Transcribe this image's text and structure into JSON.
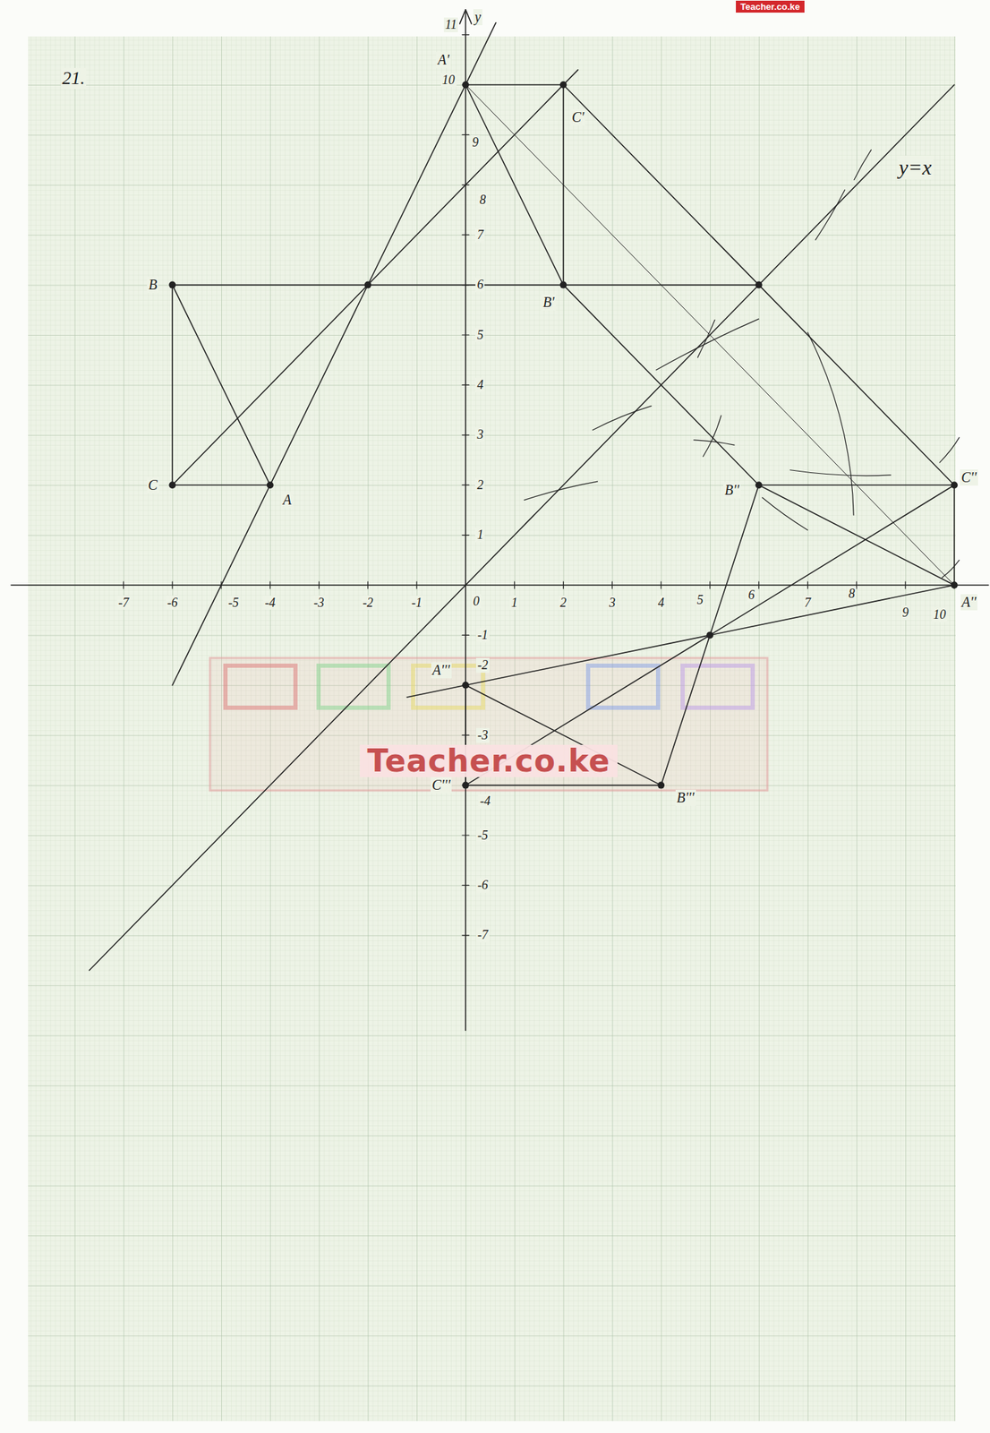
{
  "diagram": {
    "labels": [
      "Teacher.co.ke",
      "21.",
      "11",
      "y",
      "10",
      "9",
      "8",
      "7",
      "6",
      "5",
      "4",
      "3",
      "2",
      "1",
      "-1",
      "-2",
      "-3",
      "-4",
      "-5",
      "-6",
      "-7",
      "-7",
      "-6",
      "-5",
      "-4",
      "-3",
      "-2",
      "-1",
      "0",
      "1",
      "2",
      "3",
      "4",
      "5",
      "6",
      "7",
      "8",
      "9",
      "10",
      "B",
      "C",
      "A",
      "A'",
      "C'",
      "B'",
      "y=x",
      "B''",
      "C''",
      "A''",
      "A'''",
      "C'''",
      "B'''",
      "Teacher.co.ke"
    ]
  }
}
